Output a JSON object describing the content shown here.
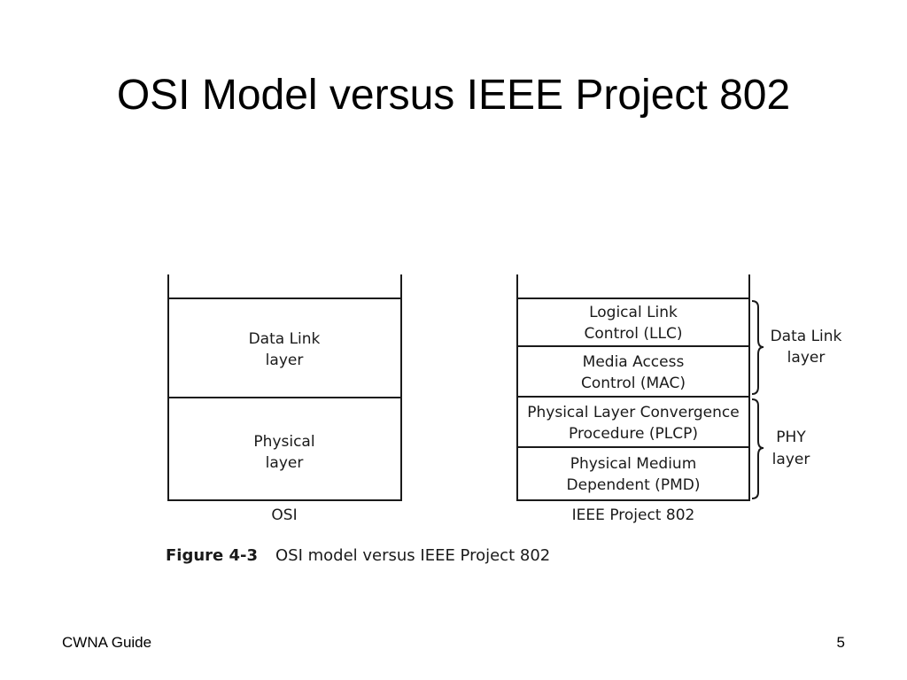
{
  "slide": {
    "title": "OSI Model versus IEEE Project 802",
    "footer_left": "CWNA Guide",
    "footer_right": "5"
  },
  "figure": {
    "osi": {
      "column_label": "OSI",
      "layers": [
        {
          "line1": "Data Link",
          "line2": "layer"
        },
        {
          "line1": "Physical",
          "line2": "layer"
        }
      ]
    },
    "ieee": {
      "column_label": "IEEE Project 802",
      "sublayers": [
        {
          "line1": "Logical Link",
          "line2": "Control (LLC)"
        },
        {
          "line1": "Media Access",
          "line2": "Control (MAC)"
        },
        {
          "line1": "Physical Layer Convergence",
          "line2": "Procedure (PLCP)"
        },
        {
          "line1": "Physical Medium",
          "line2": "Dependent (PMD)"
        }
      ],
      "groups": [
        {
          "line1": "Data Link",
          "line2": "layer"
        },
        {
          "line1": "PHY",
          "line2": "layer"
        }
      ]
    },
    "caption": {
      "number": "Figure 4-3",
      "text": "OSI model versus IEEE Project 802"
    }
  }
}
